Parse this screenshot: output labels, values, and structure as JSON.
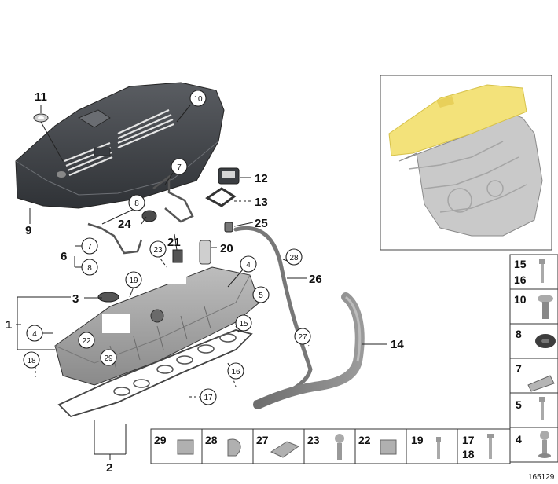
{
  "diagram_id": "165129",
  "callouts_bold": [
    "11",
    "9",
    "12",
    "13",
    "24",
    "25",
    "21",
    "20",
    "6",
    "26",
    "3",
    "1",
    "14",
    "2"
  ],
  "callouts_circled": [
    "10",
    "7",
    "8",
    "7",
    "8",
    "23",
    "4",
    "28",
    "19",
    "5",
    "4",
    "22",
    "15",
    "29",
    "27",
    "18",
    "16",
    "17"
  ],
  "side_panel": [
    "15",
    "16",
    "10",
    "8",
    "7",
    "5",
    "4"
  ],
  "bottom_panel": [
    "29",
    "28",
    "27",
    "23",
    "22",
    "19",
    "17",
    "18"
  ],
  "colors": {
    "highlight": "#f3e27a",
    "engine_gray": "#c9c9c9",
    "cover_dark": "#4a4d52",
    "valve_cover": "#a9a9a9"
  }
}
